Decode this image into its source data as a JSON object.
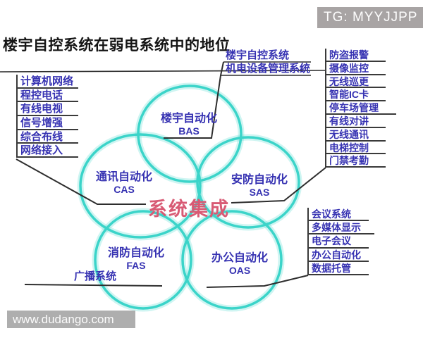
{
  "title": "楼宇自控系统在弱电系统中的地位",
  "badge": {
    "text": "TG: MYYJJPP"
  },
  "watermark": {
    "text": "www.dudango.com"
  },
  "top_labels": {
    "items": [
      "楼宇自控系统",
      "机电设备管理系统"
    ]
  },
  "left_list": {
    "items": [
      "计算机网络",
      "程控电话",
      "有线电视",
      "信号增强",
      "综合布线",
      "网络接入"
    ]
  },
  "right_list": {
    "items": [
      "防盗报警",
      "摄像监控",
      "无线巡更",
      "智能IC卡",
      "停车场管理",
      "有线对讲",
      "无线通讯",
      "电梯控制",
      "门禁考勤"
    ]
  },
  "bottom_right_list": {
    "items": [
      "会议系统",
      "多媒体显示",
      "电子会议",
      "办公自动化",
      "数据托管"
    ]
  },
  "bottom_left_label": "广播系统",
  "center_label": "系统集成",
  "circles": [
    {
      "name": "楼宇自动化",
      "abbr": "BAS"
    },
    {
      "name": "通讯自动化",
      "abbr": "CAS"
    },
    {
      "name": "安防自动化",
      "abbr": "SAS"
    },
    {
      "name": "消防自动化",
      "abbr": "FAS"
    },
    {
      "name": "办公自动化",
      "abbr": "OAS"
    }
  ],
  "colors": {
    "circle_stroke": "#3bd4c9",
    "label_text": "#3632b2",
    "center_text": "#d85a74",
    "connector_line": "#2e2e2e",
    "badge_bg": "#a8a4a4",
    "watermark_bg": "#aeaeae"
  }
}
